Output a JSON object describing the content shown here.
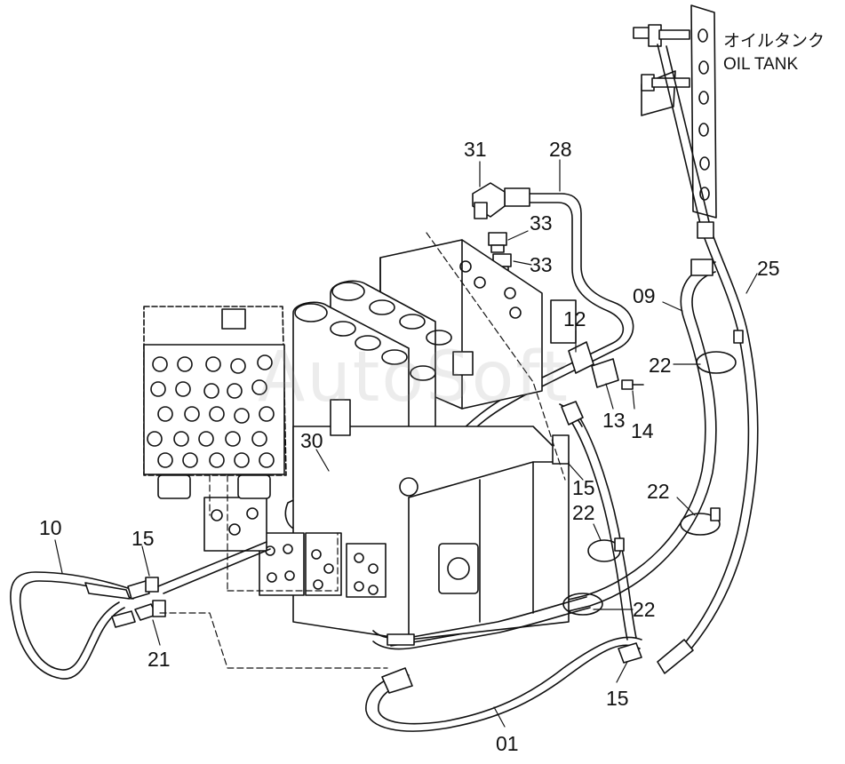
{
  "labels": [
    {
      "key": "p31",
      "text": "31"
    },
    {
      "key": "p28",
      "text": "28"
    },
    {
      "key": "p33a",
      "text": "33"
    },
    {
      "key": "p33b",
      "text": "33"
    },
    {
      "key": "p25",
      "text": "25"
    },
    {
      "key": "p09",
      "text": "09"
    },
    {
      "key": "p12",
      "text": "12"
    },
    {
      "key": "p22a",
      "text": "22"
    },
    {
      "key": "p13",
      "text": "13"
    },
    {
      "key": "p14",
      "text": "14"
    },
    {
      "key": "p30",
      "text": "30"
    },
    {
      "key": "p15a",
      "text": "15"
    },
    {
      "key": "p22b",
      "text": "22"
    },
    {
      "key": "p22c",
      "text": "22"
    },
    {
      "key": "p10",
      "text": "10"
    },
    {
      "key": "p15b",
      "text": "15"
    },
    {
      "key": "p22d",
      "text": "22"
    },
    {
      "key": "p21",
      "text": "21"
    },
    {
      "key": "p15c",
      "text": "15"
    },
    {
      "key": "p01",
      "text": "01"
    }
  ],
  "oil_tank": {
    "jp": "オイルタンク",
    "en": "OIL TANK"
  },
  "watermark": "AutoSoft",
  "colors": {
    "line": "#111111",
    "background": "#ffffff"
  }
}
